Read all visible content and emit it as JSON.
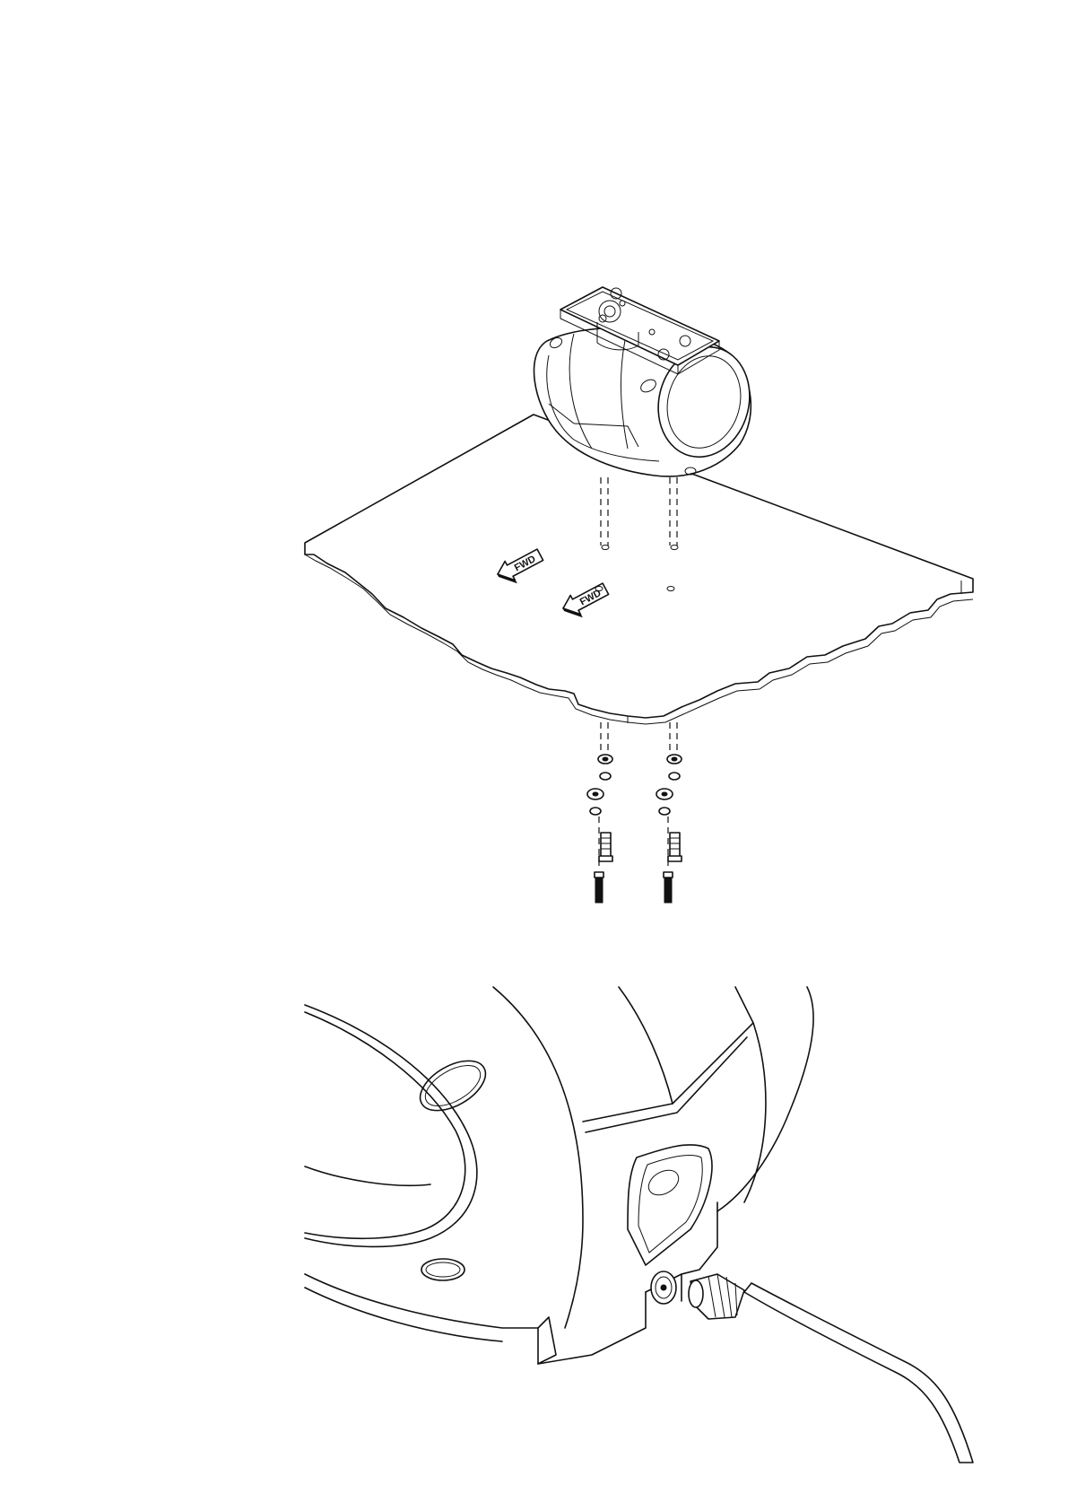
{
  "figures": [
    {
      "id": "mount-assembly",
      "labels": {
        "fwd_arrow_1": "FWD",
        "fwd_arrow_2": "FWD"
      }
    },
    {
      "id": "cable-connection"
    }
  ],
  "colors": {
    "line": "#111111",
    "background": "#ffffff"
  },
  "icons": [
    "camera-housing",
    "mounting-bracket",
    "forward-arrow",
    "bolt",
    "washer",
    "cable-connector"
  ]
}
